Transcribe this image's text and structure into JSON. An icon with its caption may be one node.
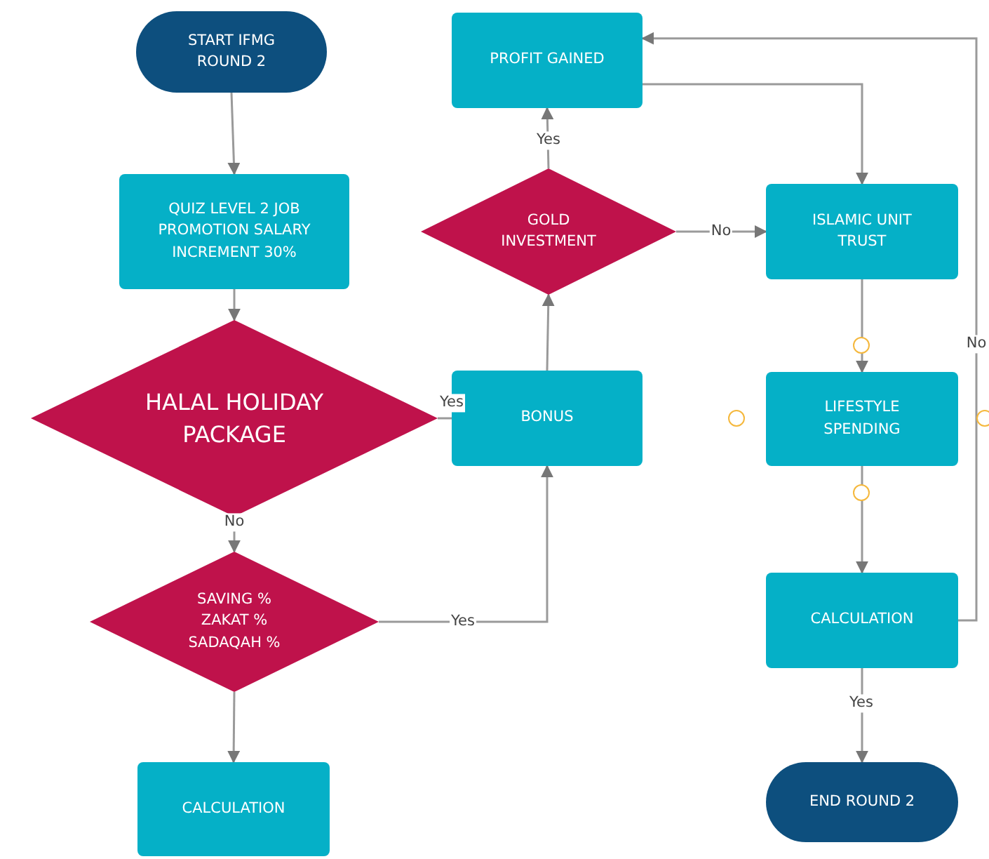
{
  "diagram": {
    "nodes": [
      {
        "text": [
          "START IFMG ROUND 2"
        ]
      },
      {
        "text": [
          "QUIZ LEVEL 2 JOB PROMOTION SALARY INCREMENT 30%"
        ]
      },
      {
        "text": [
          "HALAL HOLIDAY PACKAGE"
        ]
      },
      {
        "text": [
          "SAVING % ZAKAT % SADAQAH %"
        ]
      },
      {
        "text": [
          "CALCULATION"
        ]
      },
      {
        "text": [
          "BONUS"
        ]
      },
      {
        "text": [
          "GOLD INVESTMENT"
        ]
      },
      {
        "text": [
          "PROFIT GAINED"
        ]
      },
      {
        "text": [
          "ISLAMIC UNIT TRUST"
        ]
      },
      {
        "text": [
          "LIFESTYLE SPENDING"
        ]
      },
      {
        "text": [
          "CALCULATION"
        ]
      },
      {
        "text": [
          "END ROUND 2"
        ]
      }
    ],
    "edges": [
      {
        "from": 0,
        "to": 1,
        "arrow": "to"
      },
      {
        "from": 1,
        "to": 2,
        "arrow": "to"
      },
      {
        "from": 2,
        "to": 5,
        "arrow": "none",
        "label": "Yes"
      },
      {
        "from": 2,
        "to": 3,
        "arrow": "to",
        "label": "No"
      },
      {
        "from": 3,
        "to": 4,
        "arrow": "to"
      },
      {
        "from": 3,
        "to": 5,
        "arrow": "to",
        "label": "Yes"
      },
      {
        "from": 5,
        "to": 6,
        "arrow": "to"
      },
      {
        "from": 6,
        "to": 7,
        "arrow": "to",
        "label": "Yes"
      },
      {
        "from": 6,
        "to": 8,
        "arrow": "to",
        "label": "No"
      },
      {
        "from": 7,
        "to": 8,
        "arrow": "to"
      },
      {
        "from": 8,
        "to": 9,
        "arrow": "to"
      },
      {
        "from": 9,
        "to": 10,
        "arrow": "to"
      },
      {
        "from": 10,
        "to": 11,
        "arrow": "to",
        "label": "Yes"
      },
      {
        "from": 10,
        "to": 7,
        "arrow": "to",
        "label": "No"
      }
    ]
  }
}
